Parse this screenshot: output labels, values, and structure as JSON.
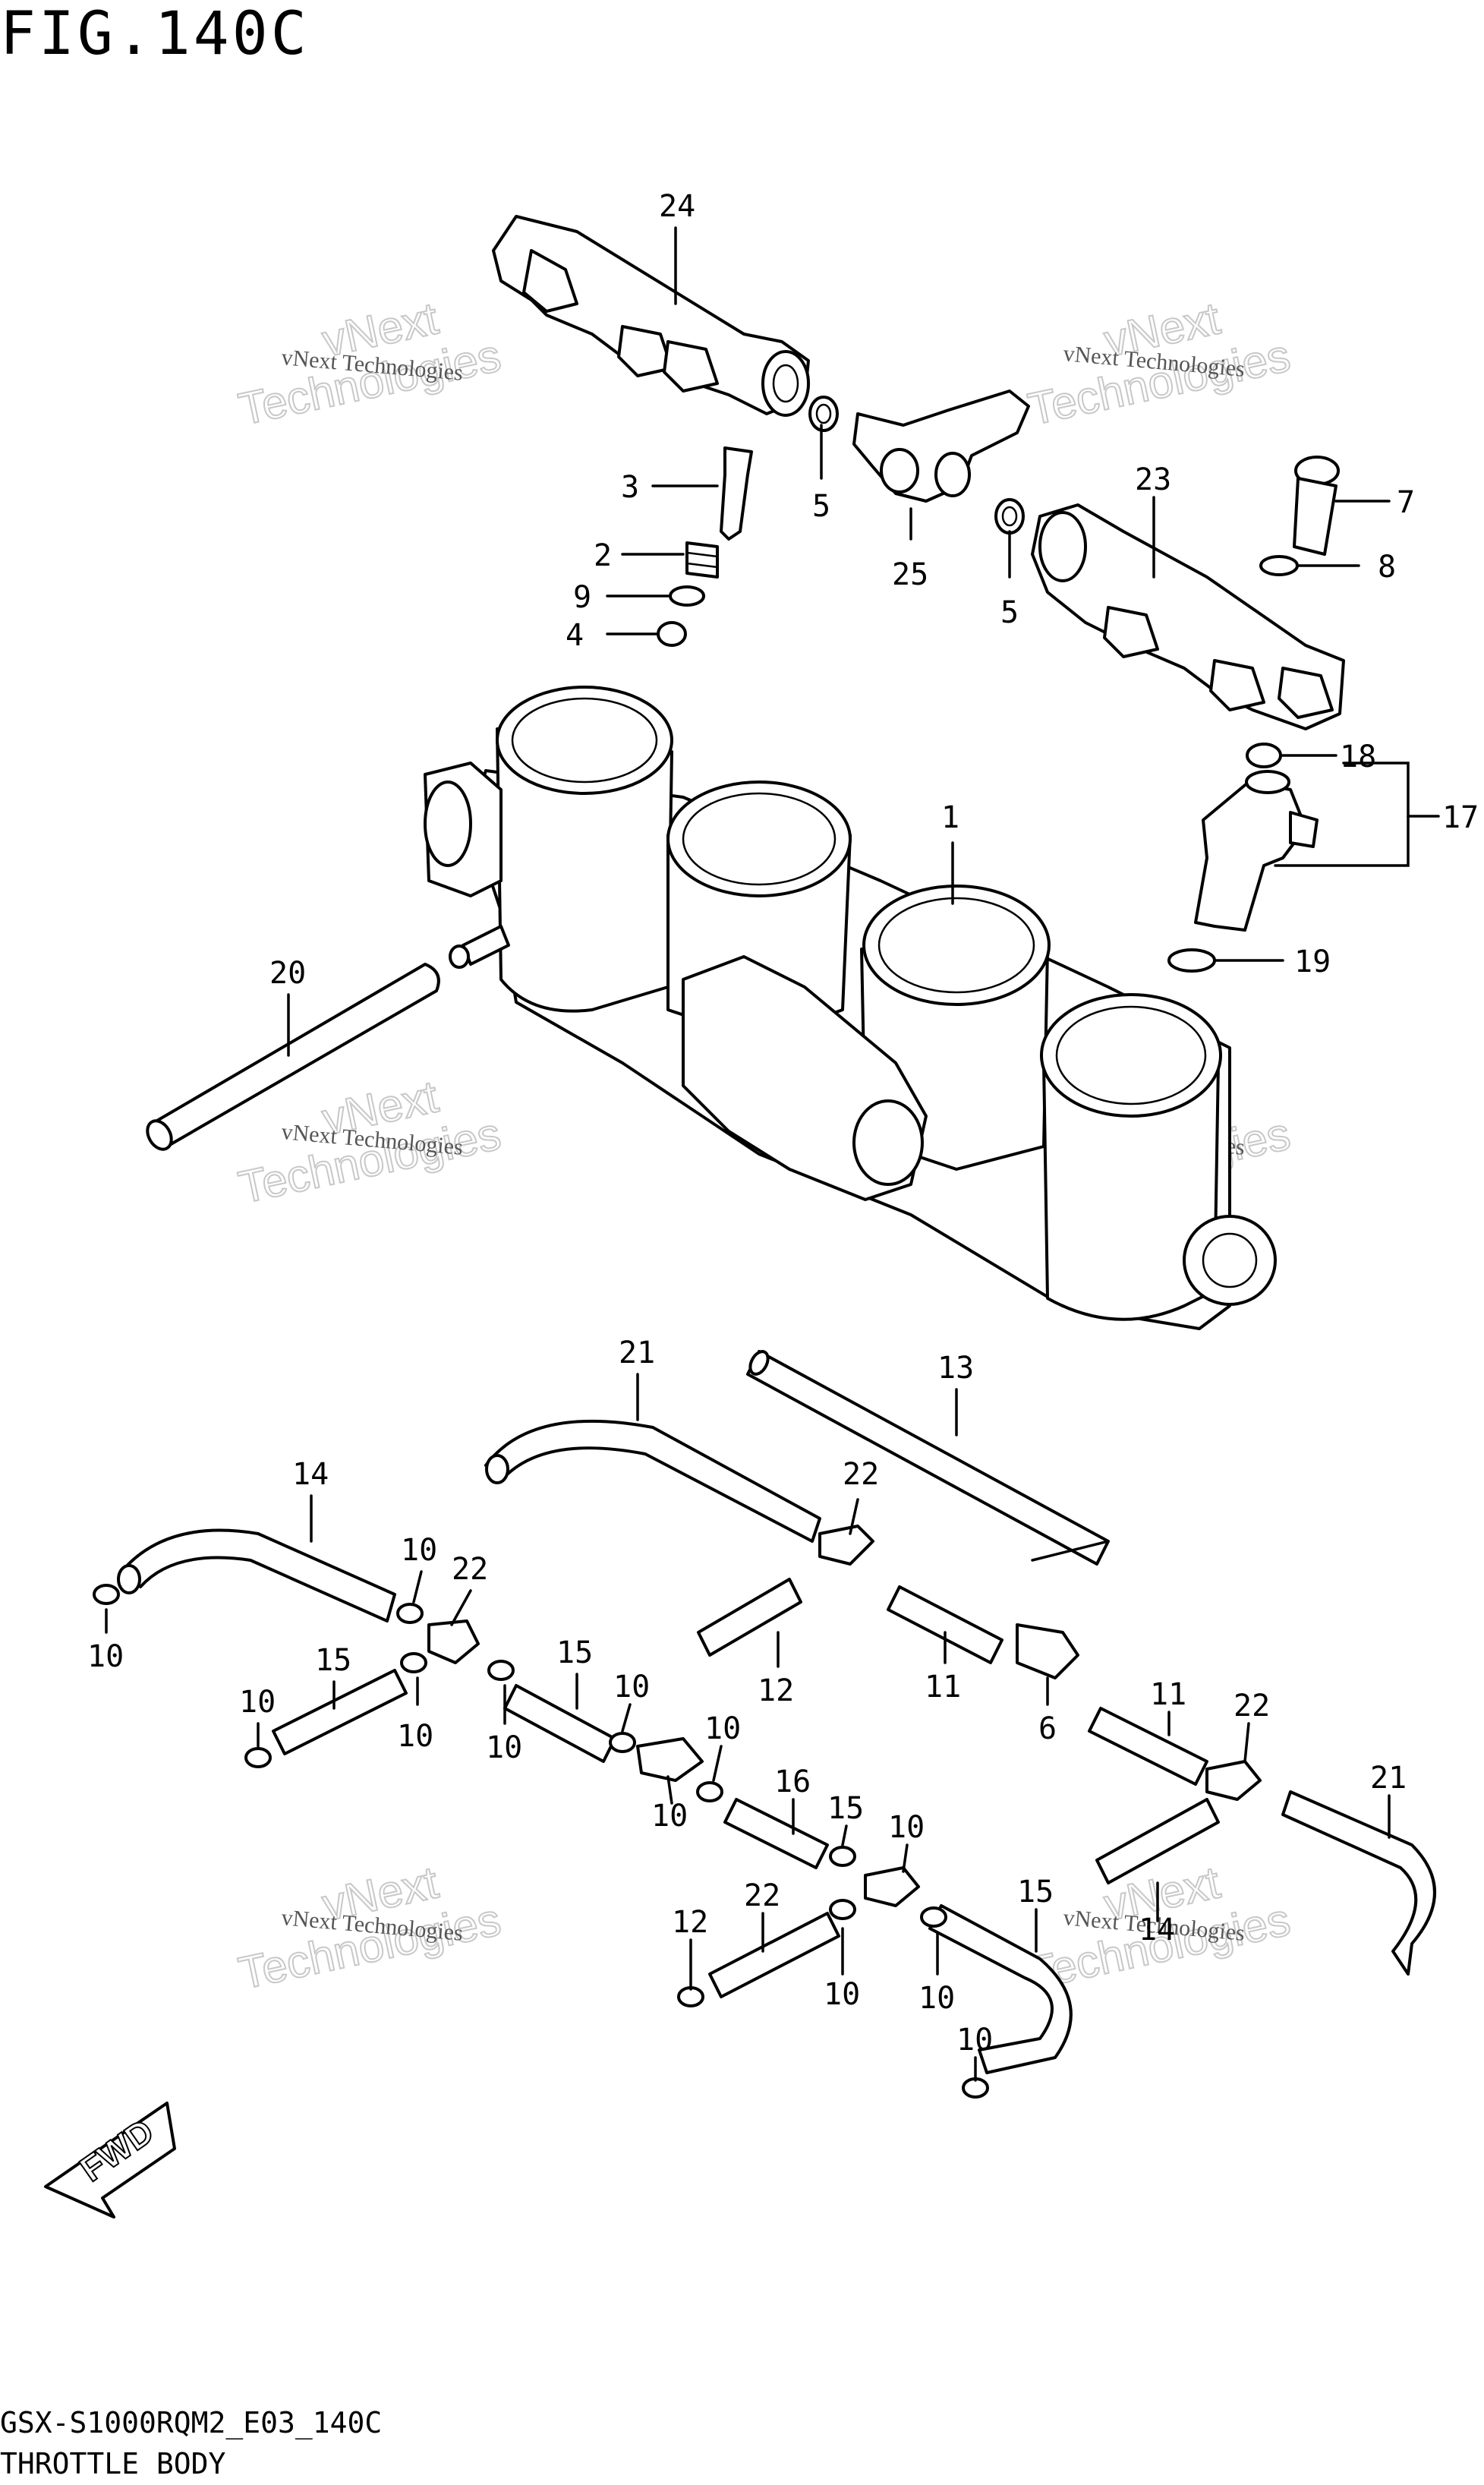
{
  "figure": {
    "title": "FIG.140C",
    "model_code": "GSX-S1000RQM2_E03_140C",
    "subtitle": "THROTTLE BODY"
  },
  "watermark": {
    "line1": "vNext Technologies",
    "line2": "vNext",
    "line3": "Technologies"
  },
  "fwd_label": "FWD",
  "callouts": [
    {
      "id": "c24",
      "label": "24"
    },
    {
      "id": "c3",
      "label": "3"
    },
    {
      "id": "c5a",
      "label": "5"
    },
    {
      "id": "c25",
      "label": "25"
    },
    {
      "id": "c23",
      "label": "23"
    },
    {
      "id": "c7",
      "label": "7"
    },
    {
      "id": "c2",
      "label": "2"
    },
    {
      "id": "c9",
      "label": "9"
    },
    {
      "id": "c5b",
      "label": "5"
    },
    {
      "id": "c8",
      "label": "8"
    },
    {
      "id": "c4",
      "label": "4"
    },
    {
      "id": "c18",
      "label": "18"
    },
    {
      "id": "c17",
      "label": "17"
    },
    {
      "id": "c1",
      "label": "1"
    },
    {
      "id": "c19",
      "label": "19"
    },
    {
      "id": "c20",
      "label": "20"
    },
    {
      "id": "c21a",
      "label": "21"
    },
    {
      "id": "c13",
      "label": "13"
    },
    {
      "id": "c14a",
      "label": "14"
    },
    {
      "id": "c22a",
      "label": "22"
    },
    {
      "id": "c10a",
      "label": "10"
    },
    {
      "id": "c22b",
      "label": "22"
    },
    {
      "id": "c10b",
      "label": "10"
    },
    {
      "id": "c15a",
      "label": "15"
    },
    {
      "id": "c12a",
      "label": "12"
    },
    {
      "id": "c11a",
      "label": "11"
    },
    {
      "id": "c10c",
      "label": "10"
    },
    {
      "id": "c10d",
      "label": "10"
    },
    {
      "id": "c10e",
      "label": "10"
    },
    {
      "id": "c10f",
      "label": "10"
    },
    {
      "id": "c15b",
      "label": "15"
    },
    {
      "id": "c10g",
      "label": "10"
    },
    {
      "id": "c6",
      "label": "6"
    },
    {
      "id": "c11b",
      "label": "11"
    },
    {
      "id": "c22c",
      "label": "22"
    },
    {
      "id": "c10h",
      "label": "10"
    },
    {
      "id": "c21b",
      "label": "21"
    },
    {
      "id": "c16",
      "label": "16"
    },
    {
      "id": "c15c",
      "label": "15"
    },
    {
      "id": "c10i",
      "label": "10"
    },
    {
      "id": "c22d",
      "label": "22"
    },
    {
      "id": "c15d",
      "label": "15"
    },
    {
      "id": "c14b",
      "label": "14"
    },
    {
      "id": "c12b",
      "label": "12"
    },
    {
      "id": "c10j",
      "label": "10"
    },
    {
      "id": "c10k",
      "label": "10"
    },
    {
      "id": "c10l",
      "label": "10"
    },
    {
      "id": "c10m",
      "label": "10"
    }
  ]
}
